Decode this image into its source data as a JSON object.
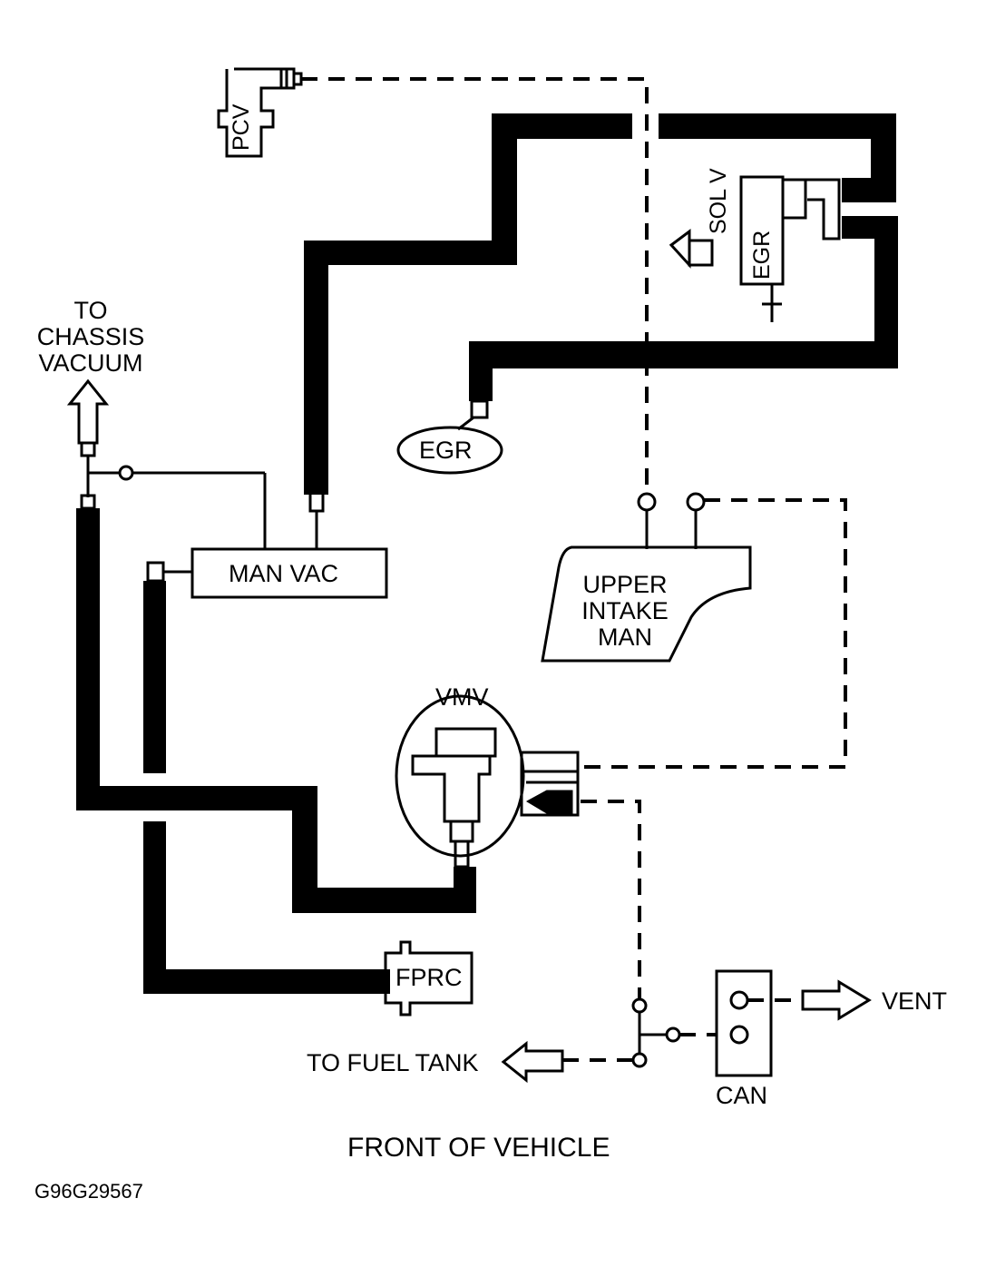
{
  "labels": {
    "pcv": "PCV",
    "sol_v": "SOL V",
    "egr_solenoid": "EGR",
    "egr_valve": "EGR",
    "to_chassis_vacuum": [
      "TO",
      "CHASSIS",
      "VACUUM"
    ],
    "man_vac": "MAN VAC",
    "upper_intake_man": [
      "UPPER",
      "INTAKE",
      "MAN"
    ],
    "vmv": "VMV",
    "fprc": "FPRC",
    "vent": "VENT",
    "to_fuel_tank": "TO FUEL TANK",
    "can": "CAN",
    "front_of_vehicle": "FRONT OF VEHICLE",
    "figure_id": "G96G29567"
  },
  "colors": {
    "line": "#000000",
    "background": "#ffffff"
  }
}
